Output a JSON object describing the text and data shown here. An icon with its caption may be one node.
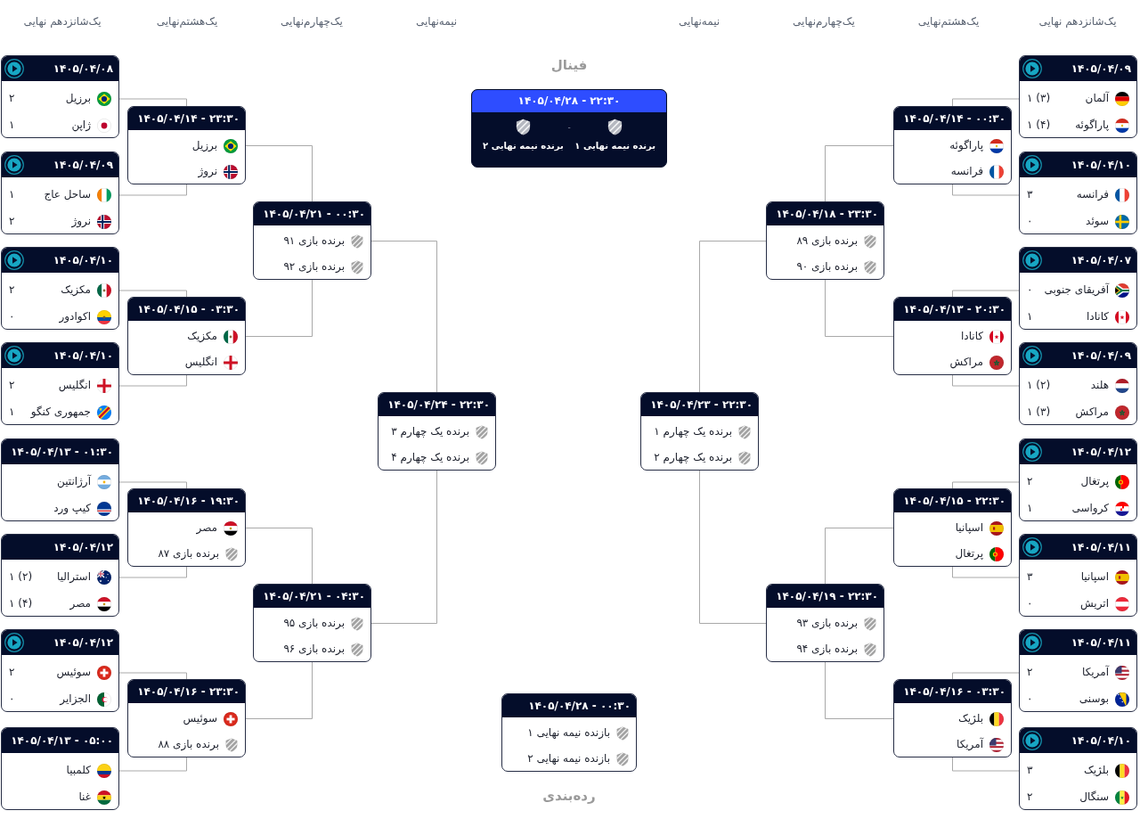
{
  "diagram": {
    "nodes": [
      {
        "text": [
          "۱۴۰۵/۰۴/۰۹",
          "آلمان",
          "۱ (۳)",
          "پاراگوئه",
          "۱ (۴)"
        ]
      },
      {
        "text": [
          "۱۴۰۵/۰۴/۱۰",
          "فرانسه",
          "۳",
          "سوئد",
          "۰"
        ]
      },
      {
        "text": [
          "۱۴۰۵/۰۴/۰۷",
          "آفریقای جنوبی",
          "۰",
          "کانادا",
          "۱"
        ]
      },
      {
        "text": [
          "۱۴۰۵/۰۴/۰۹",
          "هلند",
          "۱ (۲)",
          "مراکش",
          "۱ (۳)"
        ]
      },
      {
        "text": [
          "۱۴۰۵/۰۴/۱۲",
          "پرتغال",
          "۲",
          "کرواسی",
          "۱"
        ]
      },
      {
        "text": [
          "۱۴۰۵/۰۴/۱۱",
          "اسپانیا",
          "۳",
          "اتریش",
          "۰"
        ]
      },
      {
        "text": [
          "۱۴۰۵/۰۴/۱۱",
          "آمریکا",
          "۲",
          "بوسنی",
          "۰"
        ]
      },
      {
        "text": [
          "۱۴۰۵/۰۴/۱۰",
          "بلژیک",
          "۳",
          "سنگال",
          "۲"
        ]
      },
      {
        "text": [
          "۱۴۰۵/۰۴/۱۴ - ۰۰:۳۰",
          "پاراگوئه",
          "فرانسه"
        ]
      },
      {
        "text": [
          "۱۴۰۵/۰۴/۱۳ - ۲۰:۳۰",
          "کانادا",
          "مراکش"
        ]
      },
      {
        "text": [
          "۱۴۰۵/۰۴/۱۵ - ۲۲:۳۰",
          "اسپانیا",
          "پرتغال"
        ]
      },
      {
        "text": [
          "۱۴۰۵/۰۴/۱۶ - ۰۳:۳۰",
          "بلژیک",
          "آمریکا"
        ]
      },
      {
        "text": [
          "۱۴۰۵/۰۴/۱۸ - ۲۳:۳۰",
          "برنده بازی ۸۹",
          "برنده بازی ۹۰"
        ]
      },
      {
        "text": [
          "۱۴۰۵/۰۴/۱۹ - ۲۲:۳۰",
          "برنده بازی ۹۳",
          "برنده بازی ۹۴"
        ]
      },
      {
        "text": [
          "۱۴۰۵/۰۴/۲۳ - ۲۲:۳۰",
          "برنده یک چهارم ۱",
          "برنده یک چهارم ۲"
        ]
      },
      {
        "text": [
          "۱۴۰۵/۰۴/۲۸ - ۲۲:۳۰",
          "برنده نیمه نهایی ۱",
          "-",
          "برنده نیمه نهایی ۲"
        ],
        "beside": [
          "فینال"
        ]
      },
      {
        "text": [
          "۱۴۰۵/۰۴/۲۸ - ۰۰:۳۰",
          "بازنده نیمه نهایی ۱",
          "بازنده نیمه نهایی ۲"
        ],
        "beside": [
          "رده‌بندی"
        ]
      },
      {
        "text": [
          "۱۴۰۵/۰۴/۲۴ - ۲۲:۳۰",
          "برنده یک چهارم ۳",
          "برنده یک چهارم ۴"
        ]
      },
      {
        "text": [
          "۱۴۰۵/۰۴/۲۱ - ۰۰:۳۰",
          "برنده بازی ۹۱",
          "برنده بازی ۹۲"
        ]
      },
      {
        "text": [
          "۱۴۰۵/۰۴/۲۱ - ۰۴:۳۰",
          "برنده بازی ۹۵",
          "برنده بازی ۹۶"
        ]
      },
      {
        "text": [
          "۱۴۰۵/۰۴/۱۴ - ۲۳:۳۰",
          "برزیل",
          "نروژ"
        ]
      },
      {
        "text": [
          "۱۴۰۵/۰۴/۱۵ - ۰۳:۳۰",
          "مکزیک",
          "انگلیس"
        ]
      },
      {
        "text": [
          "۱۴۰۵/۰۴/۱۶ - ۱۹:۳۰",
          "مصر",
          "برنده بازی ۸۷"
        ]
      },
      {
        "text": [
          "۱۴۰۵/۰۴/۱۶ - ۲۳:۳۰",
          "سوئیس",
          "برنده بازی ۸۸"
        ]
      },
      {
        "text": [
          "۱۴۰۵/۰۴/۰۸",
          "برزیل",
          "۲",
          "ژاپن",
          "۱"
        ]
      },
      {
        "text": [
          "۱۴۰۵/۰۴/۰۹",
          "ساحل عاج",
          "۱",
          "نروژ",
          "۲"
        ]
      },
      {
        "text": [
          "۱۴۰۵/۰۴/۱۰",
          "مکزیک",
          "۲",
          "اکوادور",
          "۰"
        ]
      },
      {
        "text": [
          "۱۴۰۵/۰۴/۱۰",
          "انگلیس",
          "۲",
          "جمهوری کنگو",
          "۱"
        ]
      },
      {
        "text": [
          "۱۴۰۵/۰۴/۱۳ - ۰۱:۳۰",
          "آرژانتین",
          "کیپ ورد"
        ]
      },
      {
        "text": [
          "۱۴۰۵/۰۴/۱۲",
          "استرالیا",
          "۱ (۲)",
          "مصر",
          "۱ (۴)"
        ]
      },
      {
        "text": [
          "۱۴۰۵/۰۴/۱۲",
          "سوئیس",
          "۲",
          "الجزایر",
          "۰"
        ]
      },
      {
        "text": [
          "۱۴۰۵/۰۴/۱۳ - ۰۵:۰۰",
          "کلمبیا",
          "غنا"
        ]
      }
    ],
    "edges": [
      {
        "from": 0,
        "to": 8,
        "arrow": "none"
      },
      {
        "from": 1,
        "to": 8,
        "arrow": "none"
      },
      {
        "from": 2,
        "to": 9,
        "arrow": "none"
      },
      {
        "from": 3,
        "to": 9,
        "arrow": "none"
      },
      {
        "from": 4,
        "to": 10,
        "arrow": "none"
      },
      {
        "from": 5,
        "to": 10,
        "arrow": "none"
      },
      {
        "from": 6,
        "to": 11,
        "arrow": "none"
      },
      {
        "from": 7,
        "to": 11,
        "arrow": "none"
      },
      {
        "from": 8,
        "to": 12,
        "arrow": "none"
      },
      {
        "from": 9,
        "to": 12,
        "arrow": "none"
      },
      {
        "from": 10,
        "to": 13,
        "arrow": "none"
      },
      {
        "from": 11,
        "to": 13,
        "arrow": "none"
      },
      {
        "from": 12,
        "to": 14,
        "arrow": "none"
      },
      {
        "from": 13,
        "to": 14,
        "arrow": "none"
      },
      {
        "from": 24,
        "to": 20,
        "arrow": "none"
      },
      {
        "from": 25,
        "to": 20,
        "arrow": "none"
      },
      {
        "from": 26,
        "to": 21,
        "arrow": "none"
      },
      {
        "from": 27,
        "to": 21,
        "arrow": "none"
      },
      {
        "from": 28,
        "to": 22,
        "arrow": "none"
      },
      {
        "from": 29,
        "to": 22,
        "arrow": "none"
      },
      {
        "from": 30,
        "to": 23,
        "arrow": "none"
      },
      {
        "from": 31,
        "to": 23,
        "arrow": "none"
      },
      {
        "from": 20,
        "to": 18,
        "arrow": "none"
      },
      {
        "from": 21,
        "to": 18,
        "arrow": "none"
      },
      {
        "from": 22,
        "to": 19,
        "arrow": "none"
      },
      {
        "from": 23,
        "to": 19,
        "arrow": "none"
      },
      {
        "from": 18,
        "to": 17,
        "arrow": "none"
      },
      {
        "from": 19,
        "to": 17,
        "arrow": "none"
      }
    ],
    "labels": [
      "یک‌شانزدهم نهایی",
      "یک‌هشتم‌نهایی",
      "یک‌چهارم‌نهایی",
      "نیمه‌نهایی",
      "نیمه‌نهایی",
      "یک‌چهارم‌نهایی",
      "یک‌هشتم‌نهایی",
      "یک‌شانزدهم نهایی"
    ]
  }
}
